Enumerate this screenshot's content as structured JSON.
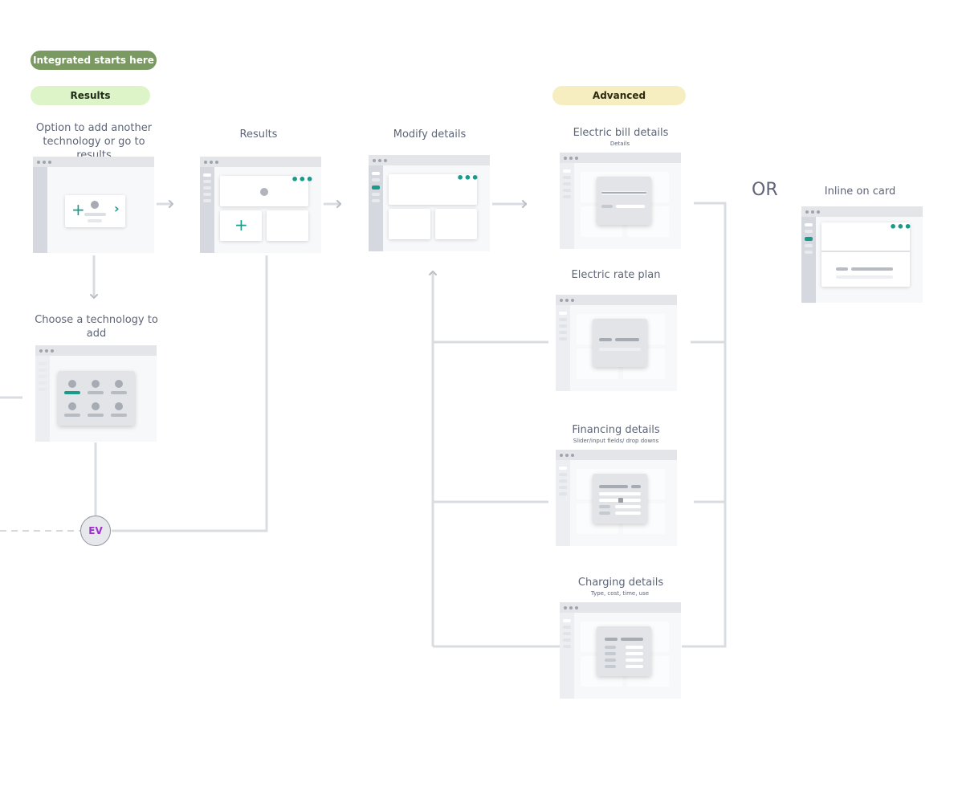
{
  "badges": {
    "integrated": "Integrated starts here",
    "results": "Results",
    "advanced": "Advanced"
  },
  "screens": {
    "option": "Option to add another technology or go to results",
    "results": "Results",
    "modify": "Modify details",
    "bill": "Electric bill details",
    "bill_sub": "Details",
    "rate": "Electric rate plan",
    "financing": "Financing details",
    "financing_sub": "Slider/input fields/ drop downs",
    "charging": "Charging details",
    "charging_sub": "Type, cost, time, use",
    "inline": "Inline on card",
    "choose": "Choose a technology to add"
  },
  "or_label": "OR",
  "ev_node": "EV",
  "colors": {
    "integrated_bg": "#7b9a62",
    "results_bg": "#ddf4c8",
    "advanced_bg": "#f6eec1",
    "accent_teal": "#1a9b8a",
    "ev_text": "#9b30c9",
    "connector": "#d9dce1"
  },
  "icons": [
    "plus-icon",
    "check-icon",
    "chevron-right-icon",
    "more-dots-icon",
    "arrow-right-icon",
    "arrow-down-icon",
    "arrow-up-icon"
  ]
}
